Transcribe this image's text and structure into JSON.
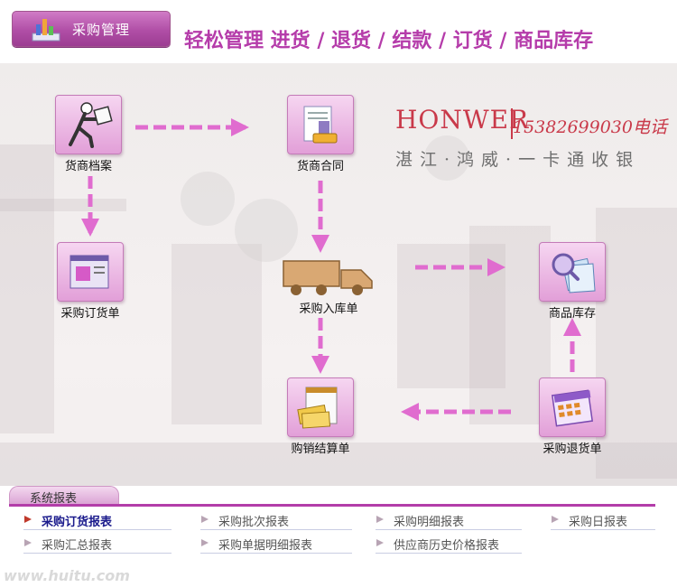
{
  "header": {
    "module_tab_label": "采购管理",
    "headline": "轻松管理  进货 / 退货 / 结款 / 订货 / 商品库存"
  },
  "brand": {
    "name": "HONWER",
    "phone": "15382699030电话",
    "slogan": "湛江·鸿威·一卡通收银"
  },
  "flow": {
    "supplier_file": "货商档案",
    "supplier_contract": "货商合同",
    "purchase_order": "采购订货单",
    "purchase_receipt": "采购入库单",
    "inventory": "商品库存",
    "settlement": "购销结算单",
    "purchase_return": "采购退货单"
  },
  "reports": {
    "tab_label": "系统报表",
    "items": [
      "采购订货报表",
      "采购批次报表",
      "采购明细报表",
      "采购日报表",
      "采购汇总报表",
      "采购单据明细报表",
      "供应商历史价格报表"
    ]
  },
  "watermark": "www.huitu.com",
  "colors": {
    "accent": "#b53caa",
    "arrow": "#e06ccf",
    "brand": "#c93a4a"
  },
  "icons": {
    "module_tab": "chart-icon",
    "supplier_file": "delivery-man-icon",
    "supplier_contract": "stamp-contract-icon",
    "purchase_order": "order-form-icon",
    "purchase_receipt": "truck-icon",
    "inventory": "magnifier-cards-icon",
    "settlement": "money-notebook-icon",
    "purchase_return": "calendar-icon",
    "report_bullet": "arrow-bullet-icon"
  }
}
